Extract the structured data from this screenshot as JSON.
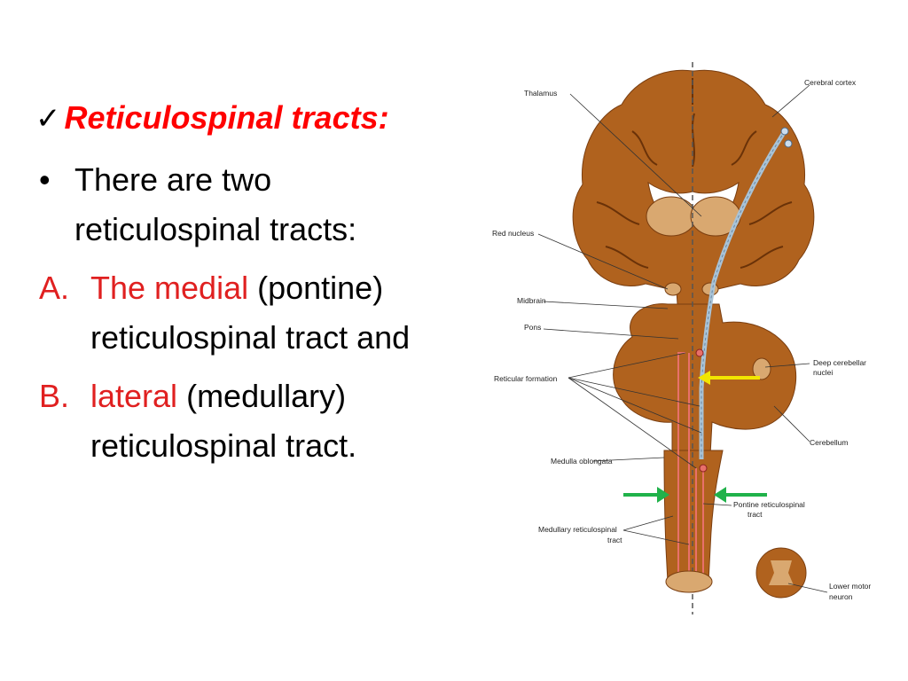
{
  "slide": {
    "heading_check": "✓",
    "heading": "Reticulospinal tracts:",
    "bullet_symbol": "•",
    "intro_line_1": "There are two",
    "intro_line_2": "reticulospinal tracts:",
    "item_a_marker": "A.",
    "item_a_highlight": "The medial",
    "item_a_rest": "(pontine)",
    "item_a_line_2": "reticulospinal tract and",
    "item_b_marker": "B.",
    "item_b_highlight": "lateral",
    "item_b_rest": "(medullary)",
    "item_b_line_2": "reticulospinal tract."
  },
  "diagram": {
    "labels": {
      "thalamus": "Thalamus",
      "cerebral_cortex": "Cerebral cortex",
      "red_nucleus": "Red nucleus",
      "midbrain": "Midbrain",
      "pons": "Pons",
      "reticular_formation": "Reticular formation",
      "deep_cerebellar_nuclei_1": "Deep cerebellar",
      "deep_cerebellar_nuclei_2": "nuclei",
      "cerebellum": "Cerebellum",
      "medulla_oblongata": "Medulla oblongata",
      "pontine_tract_1": "Pontine reticulospinal",
      "pontine_tract_2": "tract",
      "medullary_tract_1": "Medullary reticulospinal",
      "medullary_tract_2": "tract",
      "lower_motor_neuron_1": "Lower motor",
      "lower_motor_neuron_2": "neuron"
    },
    "colors": {
      "brain_tissue": "#b0621e",
      "thalamus": "#d9a870",
      "pontine_tract": "#a9c3d6",
      "medullary_tract": "#e8706a",
      "cerebellar_arrow": "#f2e600",
      "pointer_arrows": "#20b24a"
    }
  }
}
